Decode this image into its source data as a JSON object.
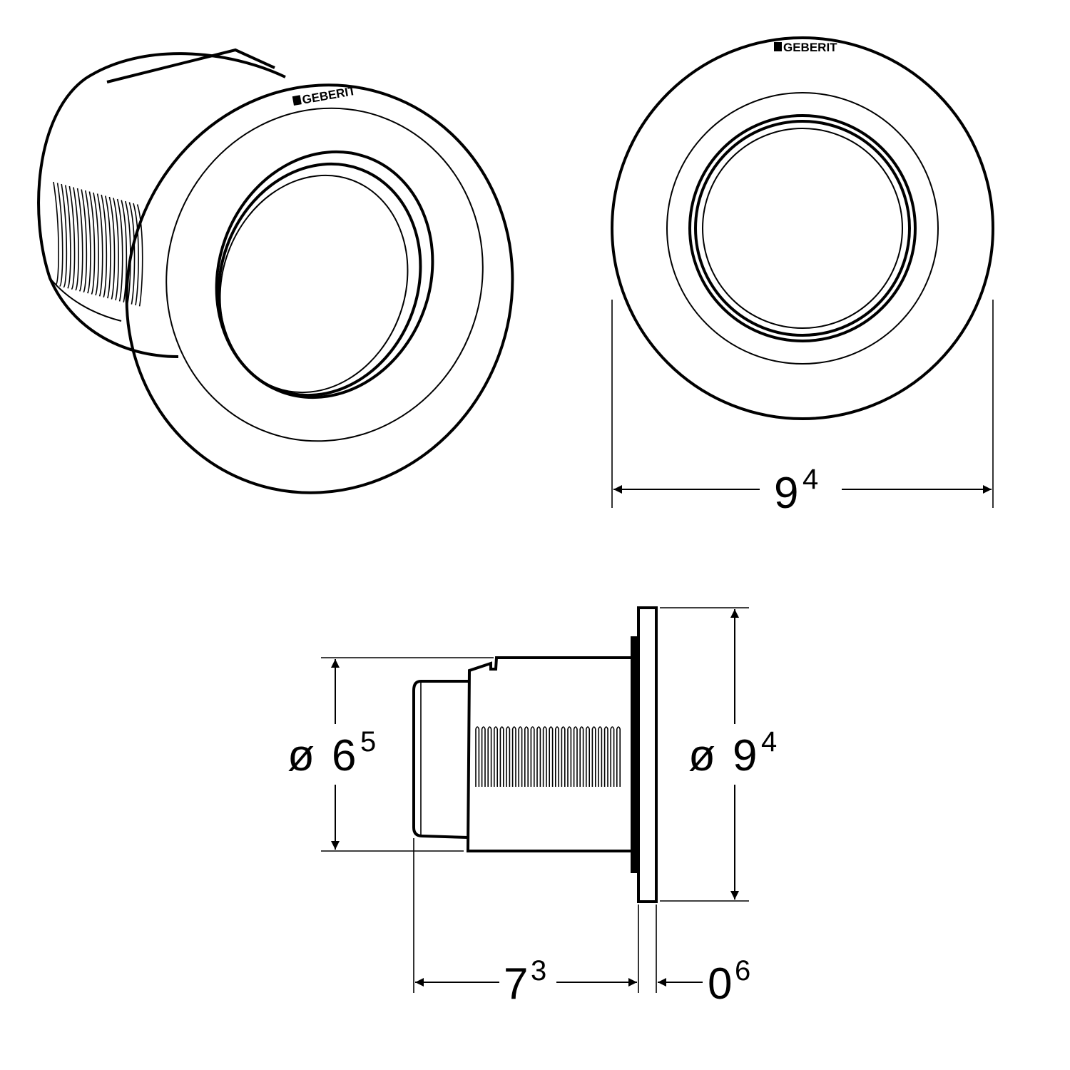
{
  "brand": "GEBERIT",
  "dimensions": {
    "front_width": {
      "main": "9",
      "sup": "4"
    },
    "side_rear_diameter": {
      "prefix": "ø",
      "main": "6",
      "sup": "5"
    },
    "side_plate_diameter": {
      "prefix": "ø",
      "main": "9",
      "sup": "4"
    },
    "side_depth": {
      "main": "7",
      "sup": "3"
    },
    "plate_thickness": {
      "main": "0",
      "sup": "6"
    }
  },
  "colors": {
    "line": "#000000",
    "background": "#ffffff"
  }
}
